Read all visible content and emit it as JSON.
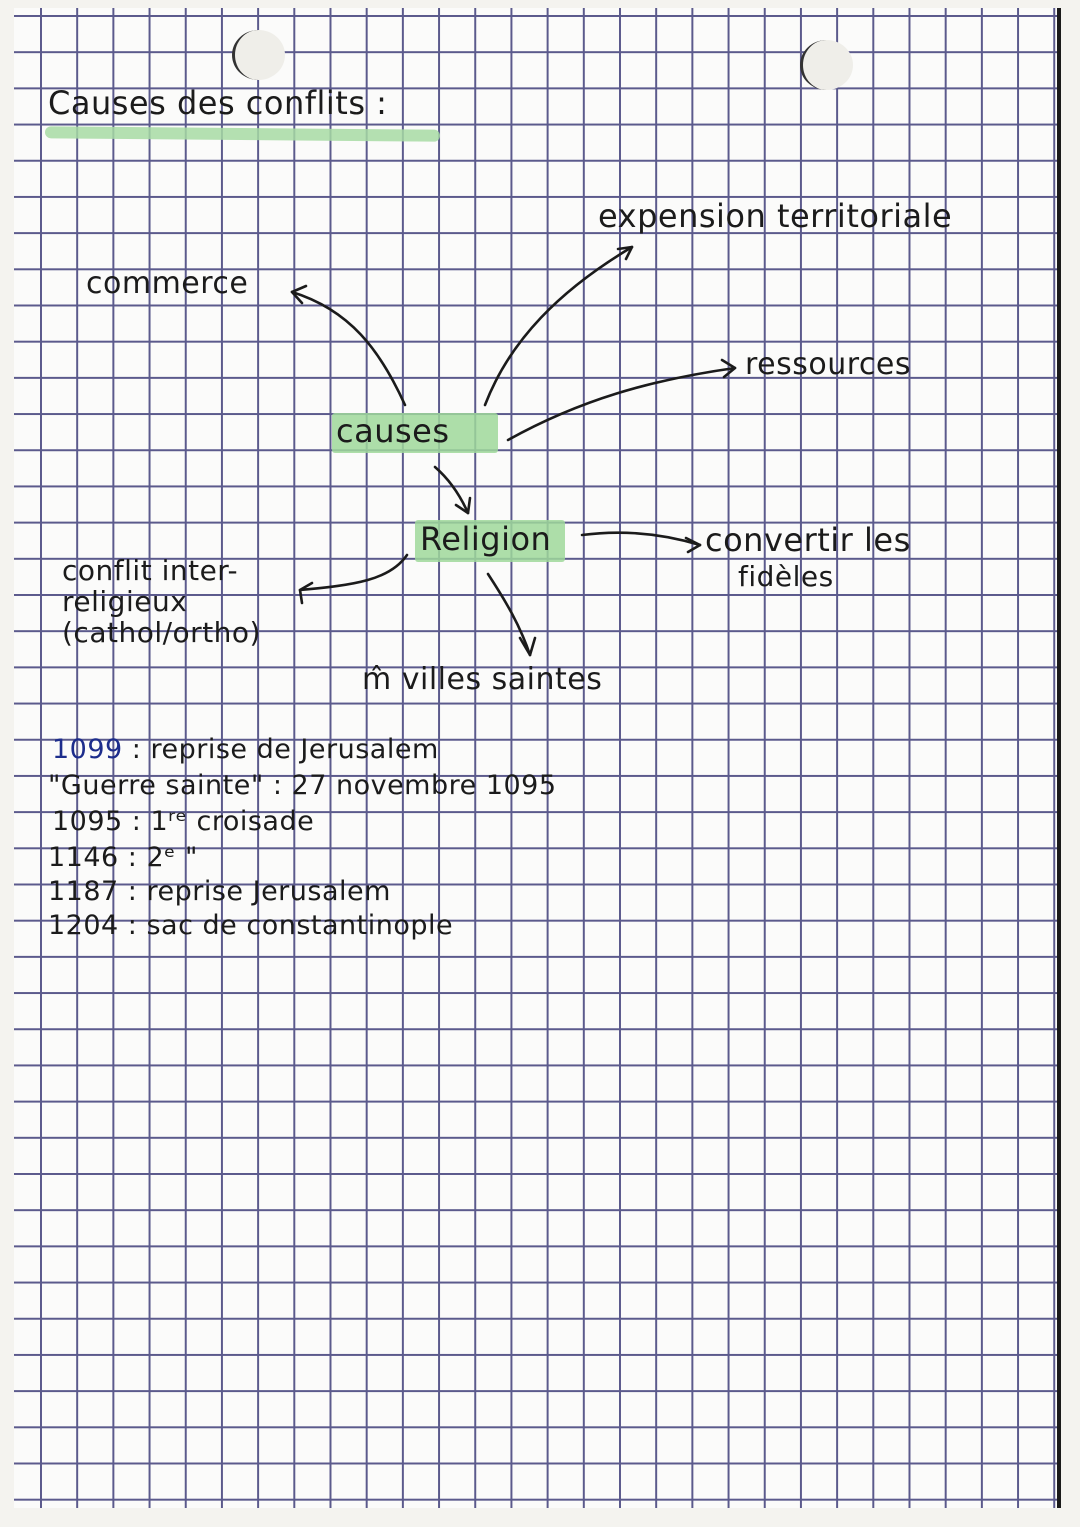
{
  "page": {
    "type": "handwritten-notes",
    "paper": "grid",
    "grid_color": "#5b5a8c",
    "highlight_color": "#9fd89a"
  },
  "title": "Causes des conflits :",
  "mindmap": {
    "center": "causes",
    "branches": {
      "commerce": "commerce",
      "expansion": "expension territoriale",
      "ressources": "ressources",
      "religion": "Religion"
    },
    "religion_branches": {
      "convertir_line1": "convertir les",
      "convertir_line2": "fidèles",
      "conflit_line1": "conflit inter-",
      "conflit_line2": "religieux",
      "conflit_line3": "(cathol/ortho)",
      "villes": "m̂ villes saintes"
    }
  },
  "timeline": [
    {
      "year": "1099",
      "sep": " : ",
      "text": "reprise de Jerusalem"
    },
    {
      "year": "\"Guerre sainte\"",
      "sep": " : ",
      "text": "27 novembre 1095"
    },
    {
      "year": "1095",
      "sep": " : ",
      "text": "1ʳᵉ croisade"
    },
    {
      "year": "1146",
      "sep": " : ",
      "text": "2ᵉ   \""
    },
    {
      "year": "1187",
      "sep": " : ",
      "text": "reprise Jerusalem"
    },
    {
      "year": "1204",
      "sep": " : ",
      "text": "sac de constantinople"
    }
  ]
}
